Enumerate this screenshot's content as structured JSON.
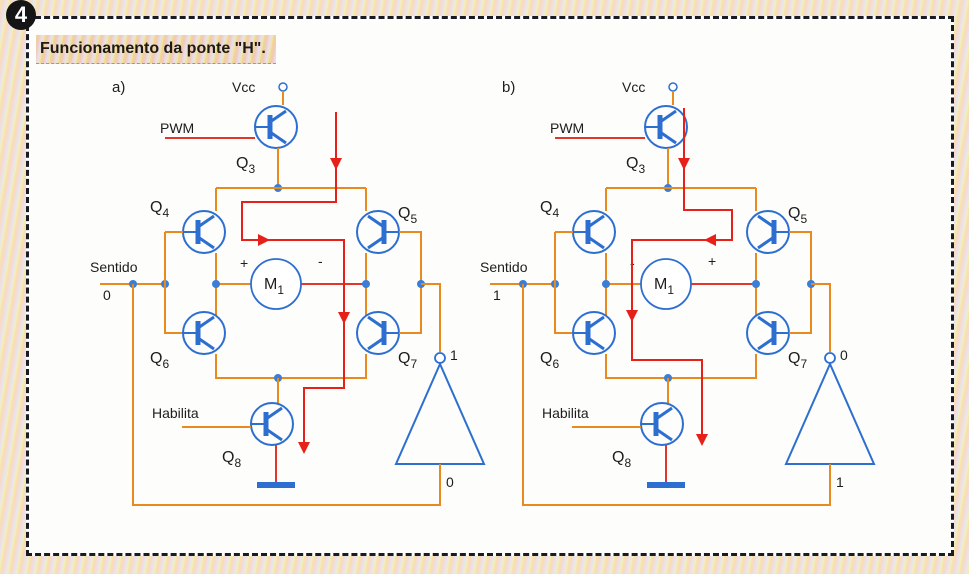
{
  "figure": {
    "number": "4",
    "title": "Funcionamento da ponte \"H\"."
  },
  "panels": [
    {
      "label": "a)",
      "vcc": "Vcc",
      "pwm": "PWM",
      "sentido": "Sentido",
      "sentido_value": "0",
      "habilita": "Habilita",
      "motor": "M",
      "motor_sub": "1",
      "motor_left_polarity": "+",
      "motor_right_polarity": "-",
      "inverter_out": "1",
      "inverter_in": "0",
      "current_direction": "left-to-right",
      "transistors": {
        "q3": "Q",
        "q4": "Q",
        "q5": "Q",
        "q6": "Q",
        "q7": "Q",
        "q8": "Q"
      },
      "subs": {
        "q3": "3",
        "q4": "4",
        "q5": "5",
        "q6": "6",
        "q7": "7",
        "q8": "8"
      }
    },
    {
      "label": "b)",
      "vcc": "Vcc",
      "pwm": "PWM",
      "sentido": "Sentido",
      "sentido_value": "1",
      "habilita": "Habilita",
      "motor": "M",
      "motor_sub": "1",
      "motor_left_polarity": "-",
      "motor_right_polarity": "+",
      "inverter_out": "0",
      "inverter_in": "1",
      "current_direction": "right-to-left",
      "transistors": {
        "q3": "Q",
        "q4": "Q",
        "q5": "Q",
        "q6": "Q",
        "q7": "Q",
        "q8": "Q"
      },
      "subs": {
        "q3": "3",
        "q4": "4",
        "q5": "5",
        "q6": "6",
        "q7": "7",
        "q8": "8"
      }
    }
  ],
  "colors": {
    "wire": "#e98a1f",
    "wire_red": "#e4352a",
    "current": "#e8201a",
    "component": "#2d6fd0",
    "node": "#3a7ed8"
  }
}
